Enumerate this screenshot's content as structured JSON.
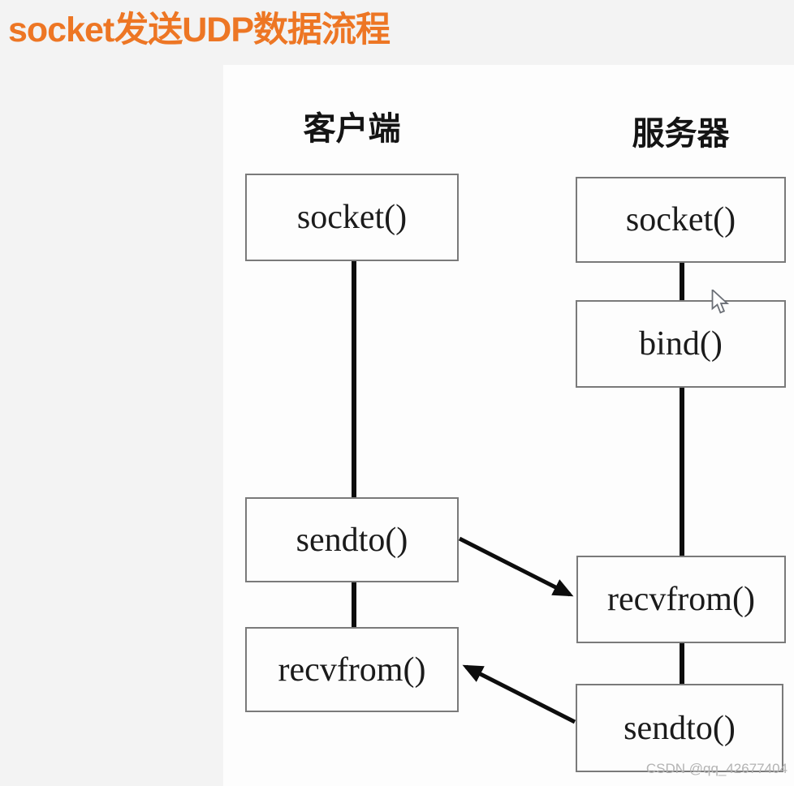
{
  "title": "socket发送UDP数据流程",
  "columns": {
    "client": {
      "header": "客户端"
    },
    "server": {
      "header": "服务器"
    }
  },
  "nodes": {
    "client_socket": "socket()",
    "client_sendto": "sendto()",
    "client_recvfrom": "recvfrom()",
    "server_socket": "socket()",
    "server_bind": "bind()",
    "server_recvfrom": "recvfrom()",
    "server_sendto": "sendto()"
  },
  "watermark": "CSDN @qq_42677404",
  "colors": {
    "title": "#ed7624",
    "box_border": "#7a7a7a",
    "connector": "#0d0d0d",
    "watermark": "#b3b3b3",
    "panel_bg": "#fdfdfd",
    "page_bg": "#f3f3f3"
  }
}
